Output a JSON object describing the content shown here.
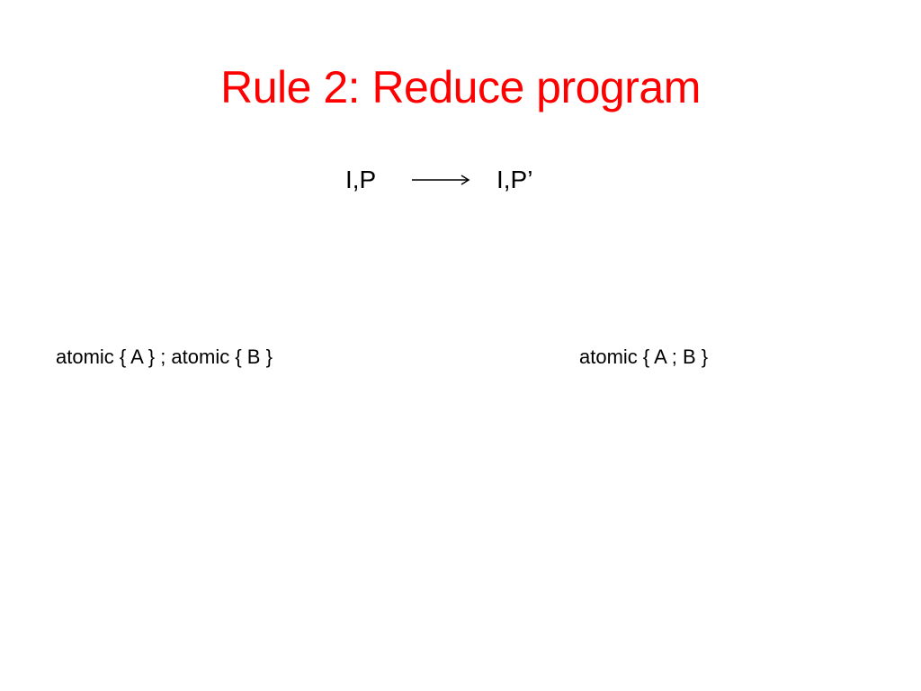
{
  "slide": {
    "title": "Rule 2: Reduce program",
    "title_color": "#ff0000",
    "transformation": {
      "from": "I,P",
      "to": "I,P’",
      "arrow_icon": "long-right-arrow"
    },
    "before_code": "atomic { A } ; atomic { B }",
    "after_code": "atomic { A ; B }"
  }
}
